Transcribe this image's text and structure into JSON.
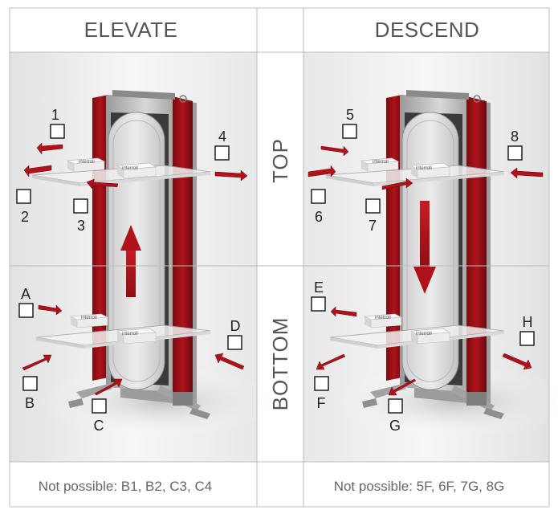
{
  "headers": {
    "elevate": "ELEVATE",
    "descend": "DESCEND"
  },
  "rows": {
    "top": "TOP",
    "bottom": "BOTTOM"
  },
  "footers": {
    "elevate": "Not possible: B1, B2, C3, C4",
    "descend": "Not possible: 5F, 6F, 7G, 8G"
  },
  "brand": "interroll",
  "labels": {
    "elevate_top": [
      "1",
      "2",
      "3",
      "4"
    ],
    "elevate_bottom": [
      "A",
      "B",
      "C",
      "D"
    ],
    "descend_top": [
      "5",
      "6",
      "7",
      "8"
    ],
    "descend_bottom": [
      "E",
      "F",
      "G",
      "H"
    ]
  },
  "colors": {
    "accent": "#b0121b",
    "grid": "#bbbbbb",
    "text": "#555555"
  }
}
